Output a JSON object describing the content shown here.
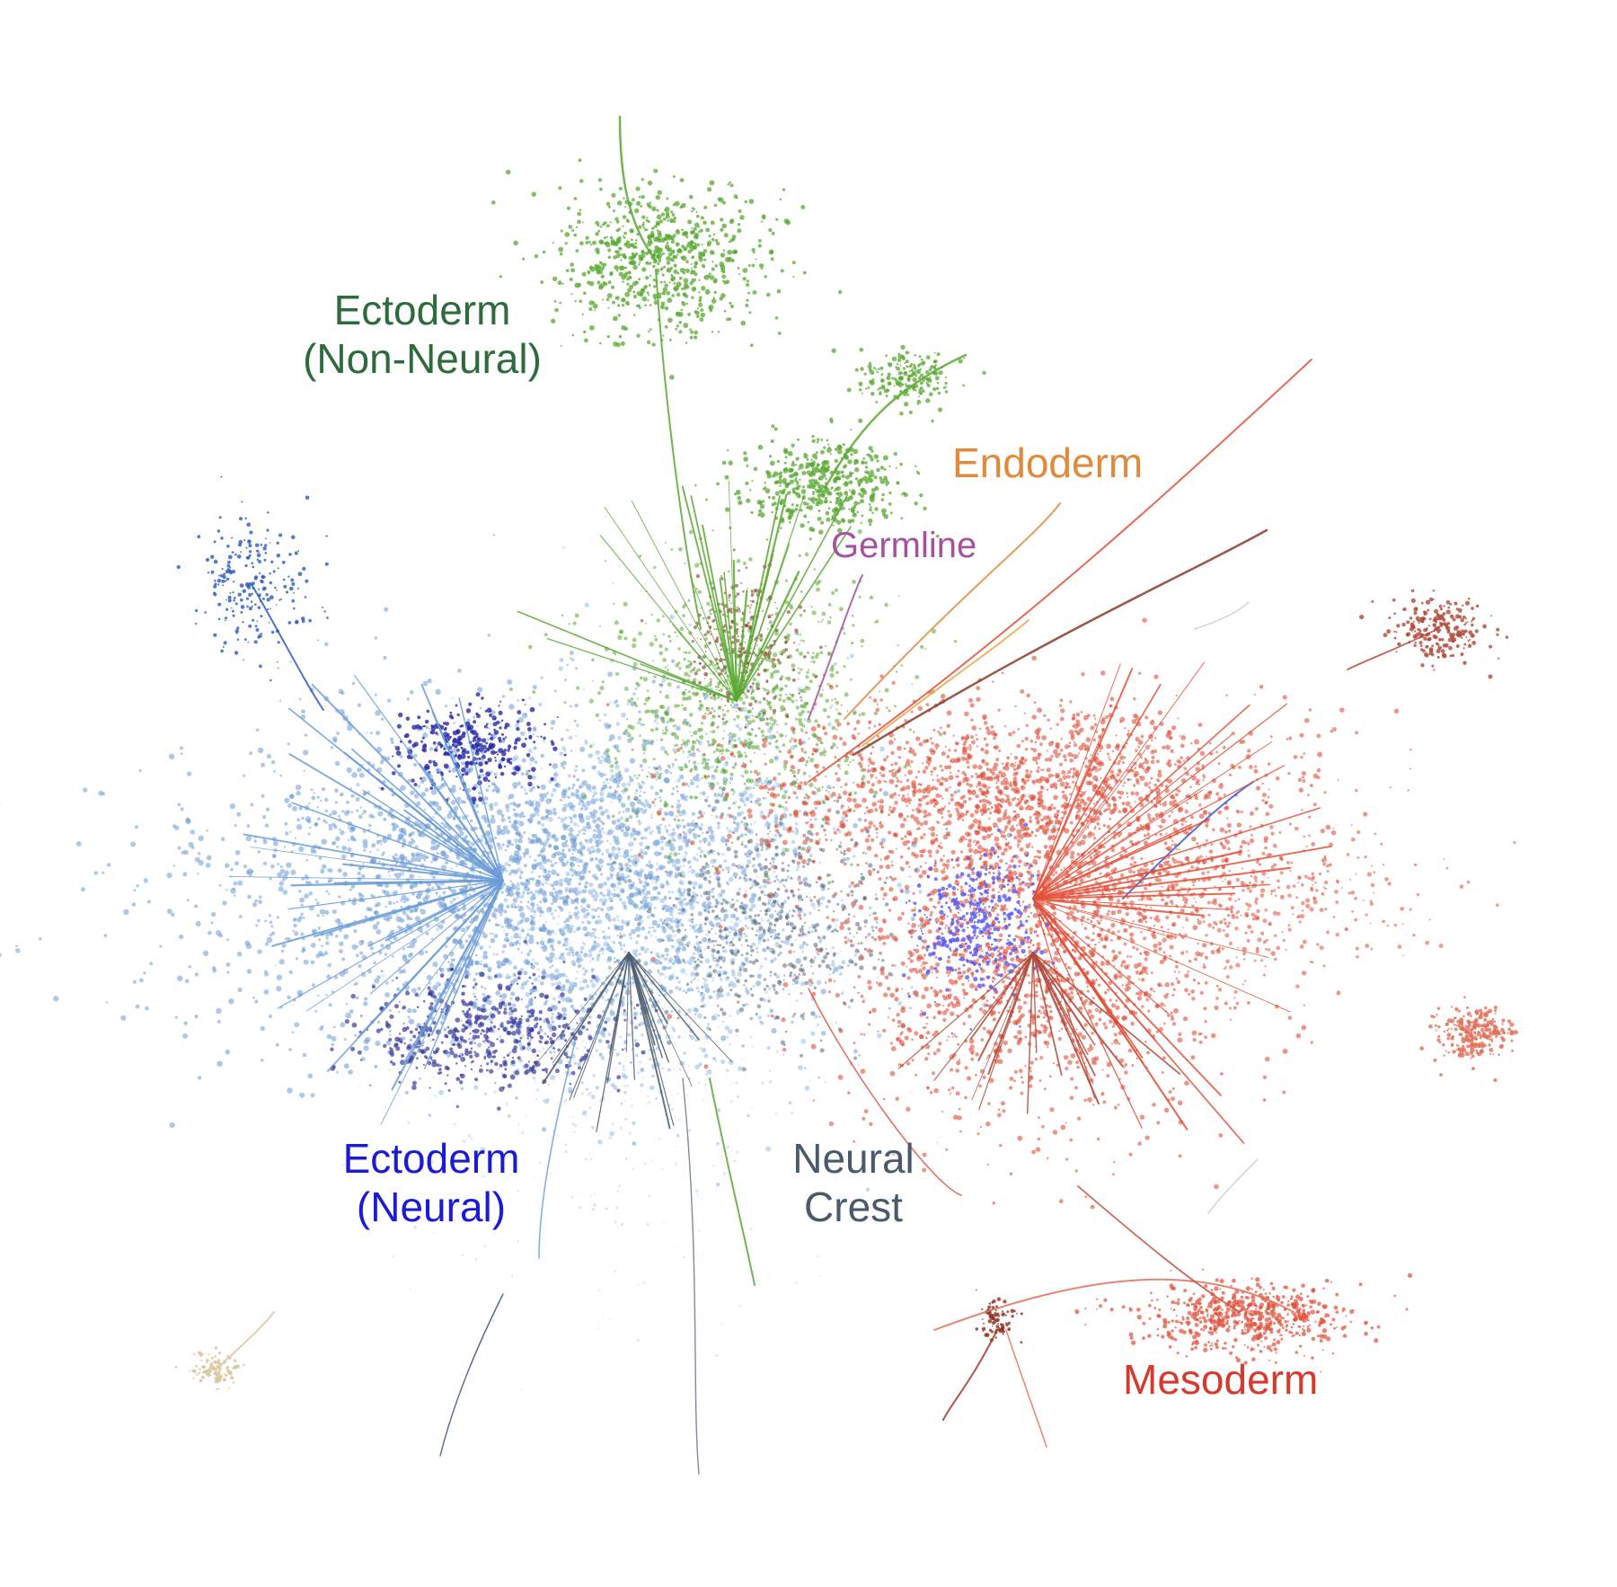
{
  "labels": {
    "ectoderm_non_neural": "Ectoderm\n(Non-Neural)",
    "endoderm": "Endoderm",
    "germline": "Germline",
    "ectoderm_neural": "Ectoderm\n(Neural)",
    "neural_crest": "Neural\nCrest",
    "mesoderm": "Mesoderm"
  },
  "colors": {
    "ectoderm_non_neural": "#2e6b3c",
    "endoderm": "#e08a3c",
    "germline": "#a452a0",
    "ectoderm_neural": "#1b1bd6",
    "neural_crest": "#4a5a6a",
    "mesoderm": "#d63a2e",
    "green_cells": "#5aa832",
    "blue_cells": "#6b9bd6",
    "dark_blue_cells": "#2a2aa8",
    "red_cells": "#e0503a",
    "brown_cells": "#8a3a28",
    "slate_cells": "#5a6a7a",
    "tan_cells": "#d8c8a0"
  }
}
